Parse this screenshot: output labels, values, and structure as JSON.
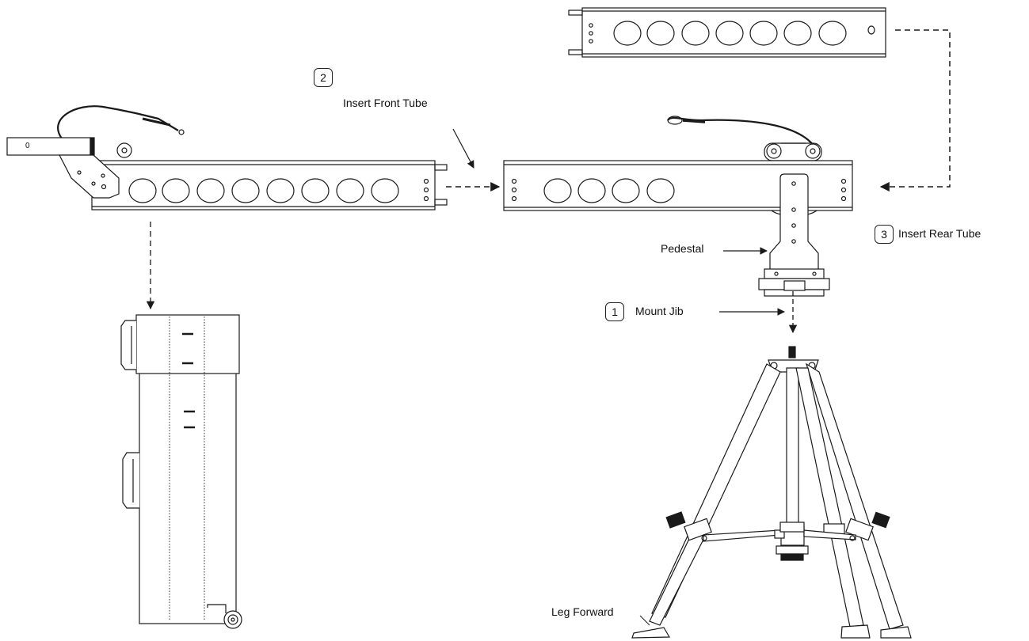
{
  "steps": [
    {
      "number": "1",
      "label": "Mount Jib"
    },
    {
      "number": "2",
      "label": "Insert Front Tube"
    },
    {
      "number": "3",
      "label": "Insert Rear Tube"
    }
  ],
  "labels": {
    "pedestal": "Pedestal",
    "leg_forward": "Leg Forward",
    "front_block": "0"
  },
  "colors": {
    "line": "#1a1a1a",
    "background": "#ffffff"
  }
}
